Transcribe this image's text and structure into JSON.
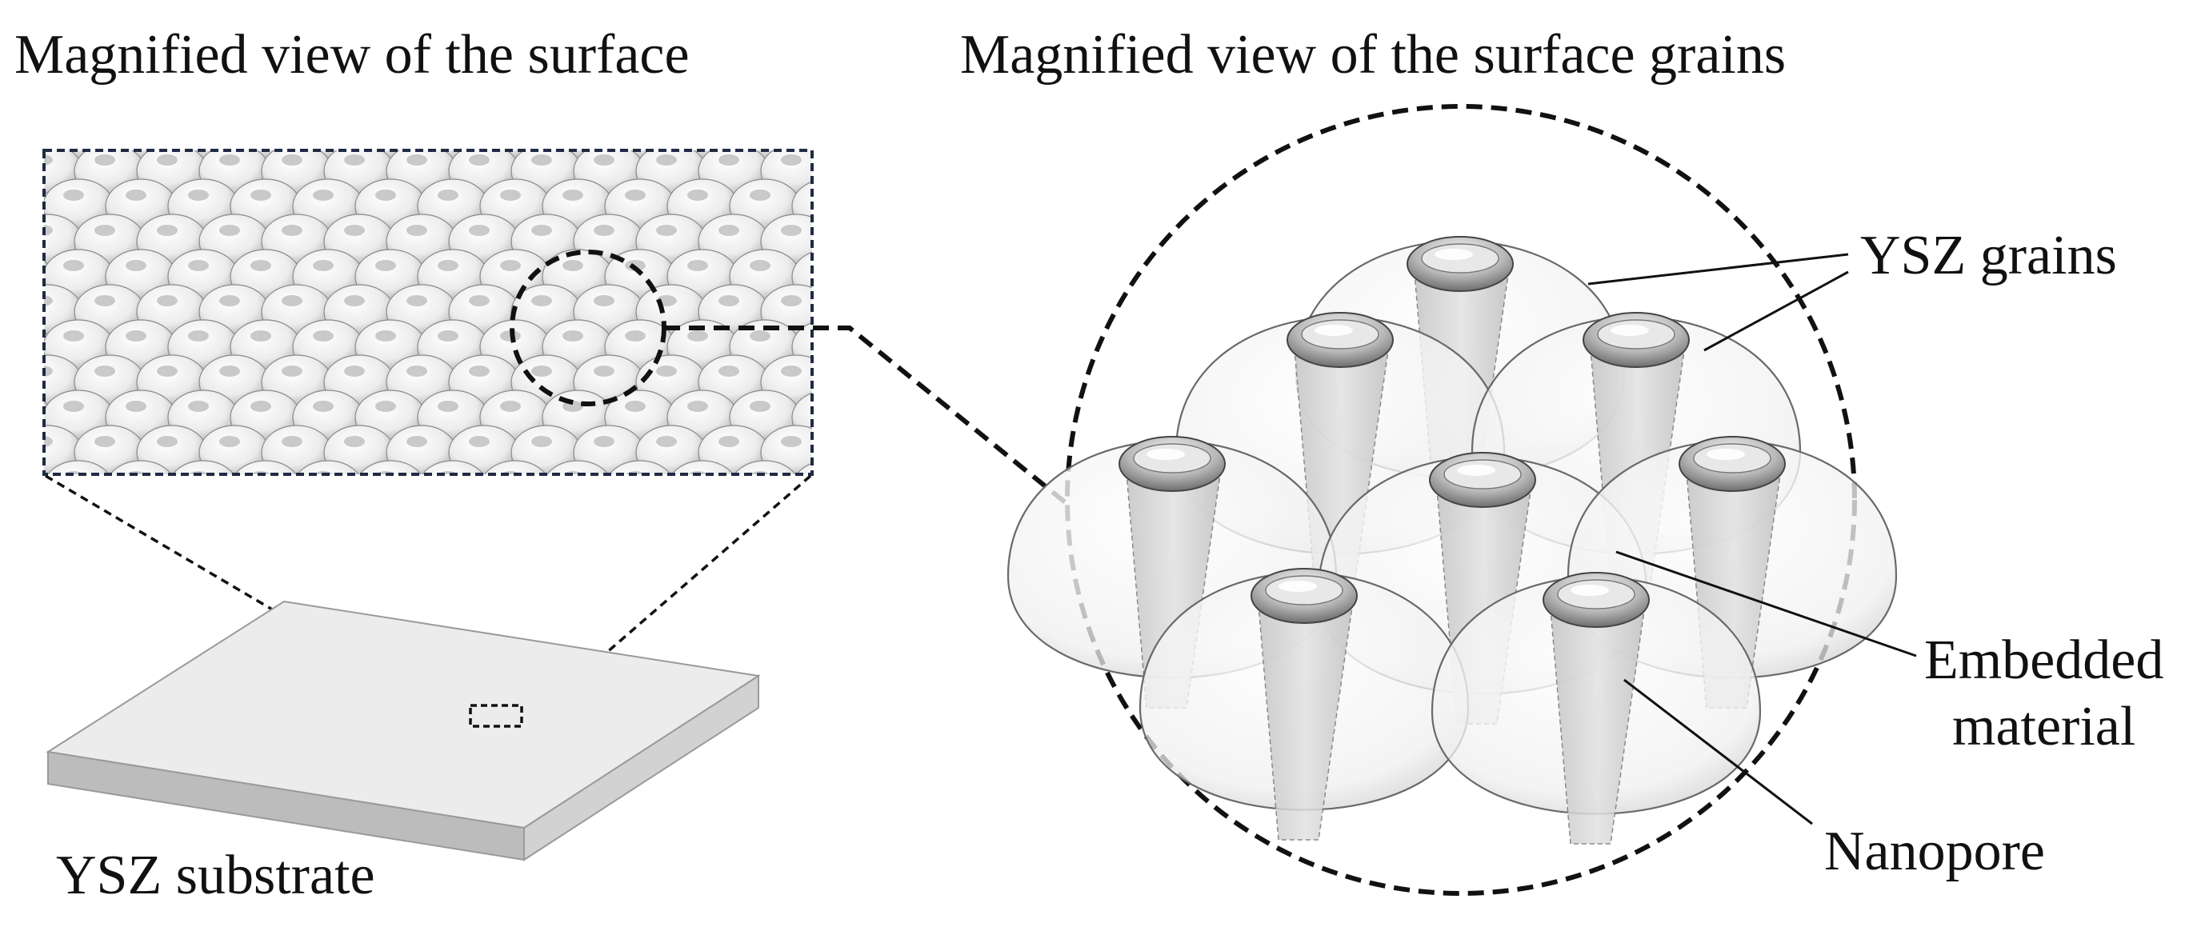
{
  "titles": {
    "left": "Magnified view of the surface",
    "right": "Magnified view of the surface grains"
  },
  "labels": {
    "substrate": "YSZ substrate",
    "grains": "YSZ grains",
    "embedded_line1": "Embedded",
    "embedded_line2": "material",
    "nanopore": "Nanopore"
  },
  "colors": {
    "line": "#111111",
    "grain_fill": "#f4f4f4",
    "pore_fill": "#d0d0d0",
    "substrate_top": "#ededed",
    "substrate_side": "#bdbdbd",
    "panel_border": "#1f2a44"
  }
}
